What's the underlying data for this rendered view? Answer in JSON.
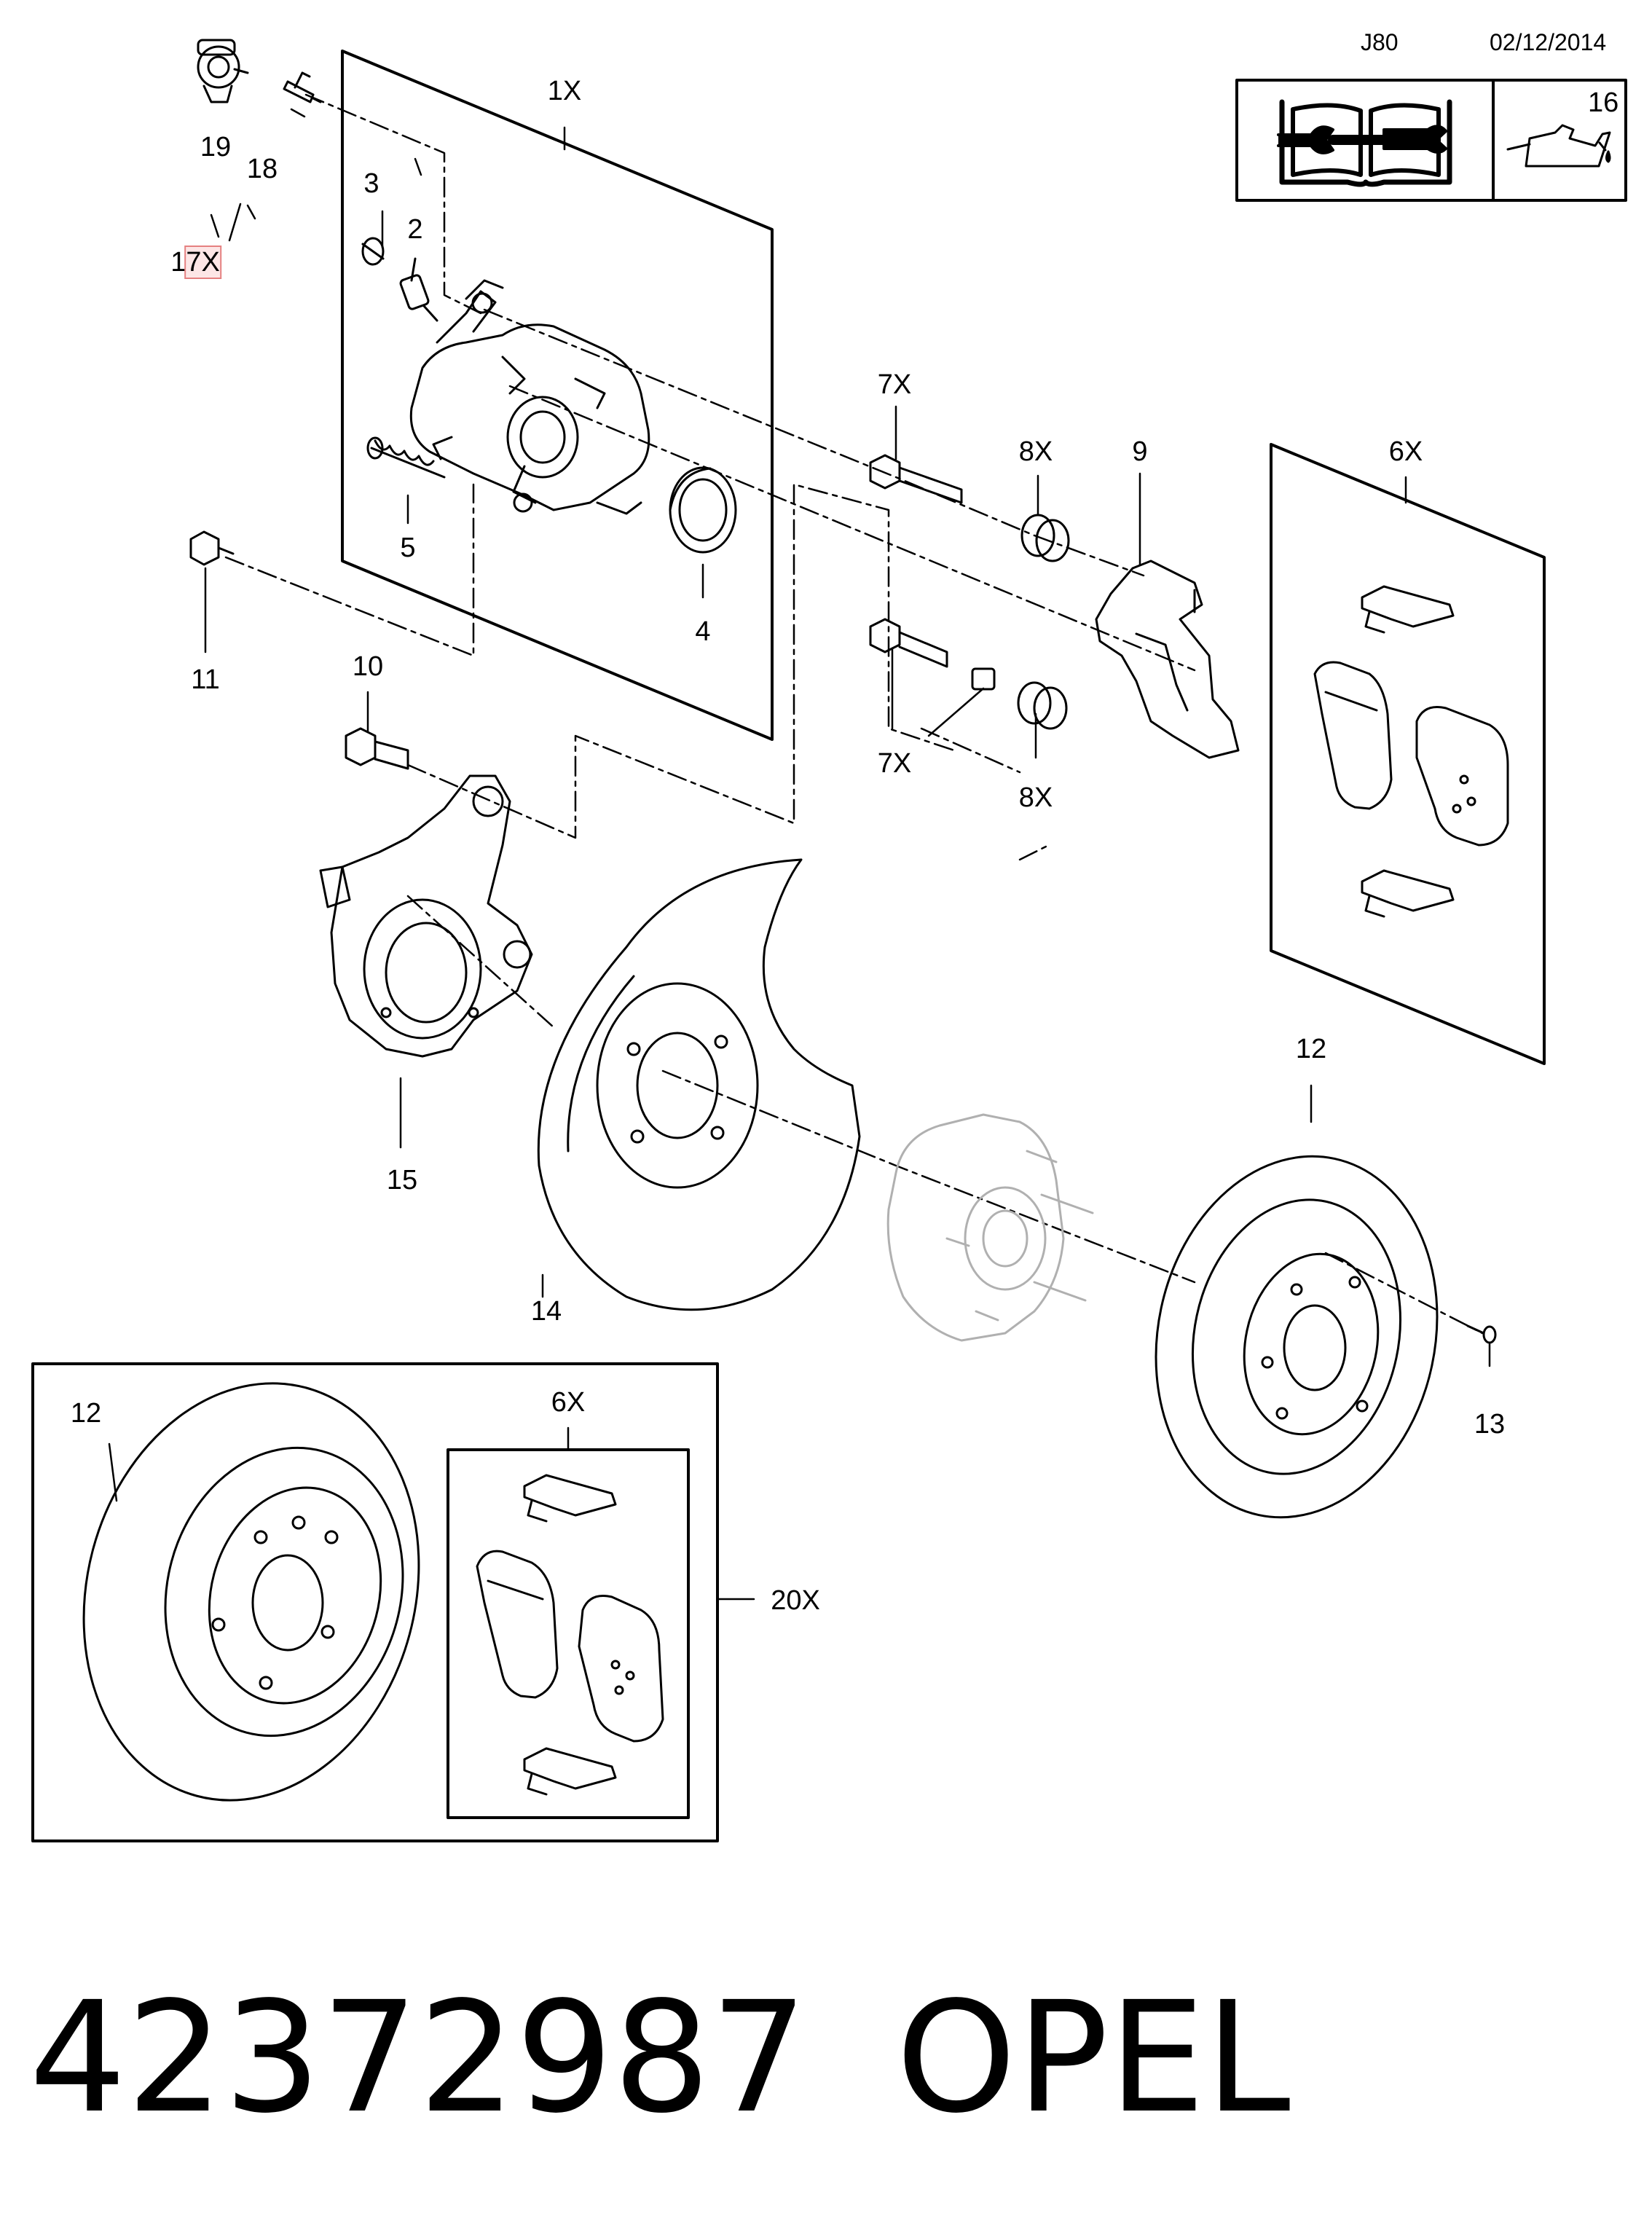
{
  "header": {
    "group_code": "J80",
    "date": "02/12/2014",
    "symbol_box": {
      "icons": [
        "service-manual-book-wrench-icon",
        "lubricant-oil-can-icon"
      ],
      "number": "16"
    }
  },
  "callouts": {
    "c1X": "1X",
    "c2": "2",
    "c3": "3",
    "c4": "4",
    "c5": "5",
    "c6X_top": "6X",
    "c7X_top": "7X",
    "c7X_bottom": "7X",
    "c8X_top": "8X",
    "c8X_bottom": "8X",
    "c9": "9",
    "c10": "10",
    "c11": "11",
    "c12_main": "12",
    "c12_kit": "12",
    "c13": "13",
    "c14": "14",
    "c15": "15",
    "c17X_prefix": "1",
    "c17X_highlighted": "7X",
    "c18": "18",
    "c19": "19",
    "c20X": "20X",
    "c6X_kit": "6X"
  },
  "footer": {
    "part_number": "42372987",
    "brand": "OPEL"
  }
}
